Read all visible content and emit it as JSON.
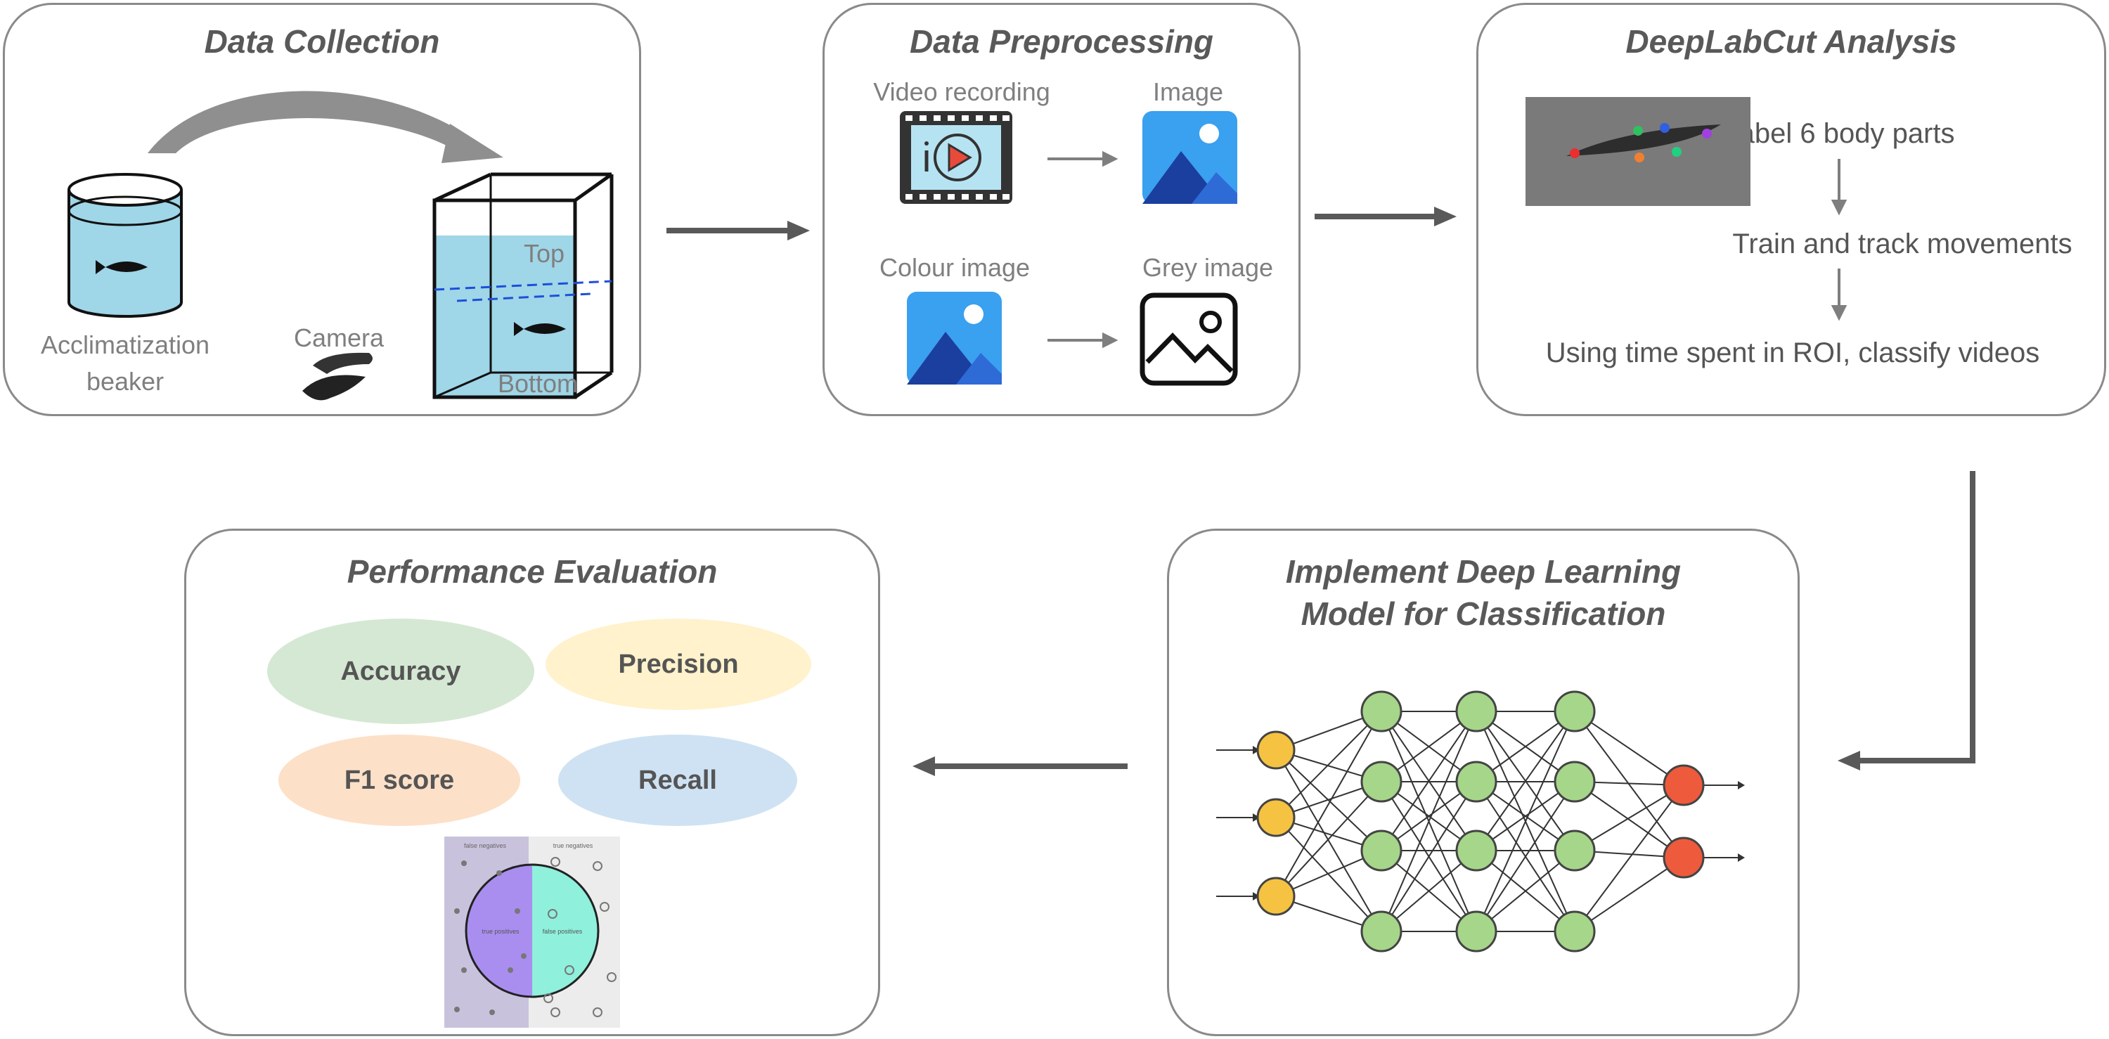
{
  "panels": {
    "collection": {
      "title": "Data Collection",
      "beaker_label_1": "Acclimatization",
      "beaker_label_2": "beaker",
      "camera_label": "Camera",
      "tank_top_label": "Top",
      "tank_bottom_label": "Bottom"
    },
    "preprocessing": {
      "title": "Data Preprocessing",
      "video_label": "Video recording",
      "image_label": "Image",
      "colour_label": "Colour image",
      "grey_label": "Grey image"
    },
    "deeplabcut": {
      "title": "DeepLabCut Analysis",
      "step1": "Label 6 body parts",
      "step2": "Train and track movements",
      "step3": "Using time spent in ROI, classify videos"
    },
    "model": {
      "title_line1": "Implement Deep Learning",
      "title_line2": "Model for Classification"
    },
    "evaluation": {
      "title": "Performance Evaluation",
      "metrics": [
        {
          "label": "Accuracy",
          "color": "#d5e8d4"
        },
        {
          "label": "Precision",
          "color": "#fff2cc"
        },
        {
          "label": "F1 score",
          "color": "#fde0c8"
        },
        {
          "label": "Recall",
          "color": "#cfe2f3"
        }
      ],
      "venn": {
        "false_negatives": "false negatives",
        "true_negatives": "true negatives",
        "true_positives": "true positives",
        "false_positives": "false positives"
      }
    }
  },
  "colors": {
    "water": "#9fd6e8",
    "arrow": "#595959",
    "node_input": "#f5c242",
    "node_hidden": "#a6d68a",
    "node_output": "#ee5a3c",
    "icon_blue": "#1e6fd9"
  }
}
